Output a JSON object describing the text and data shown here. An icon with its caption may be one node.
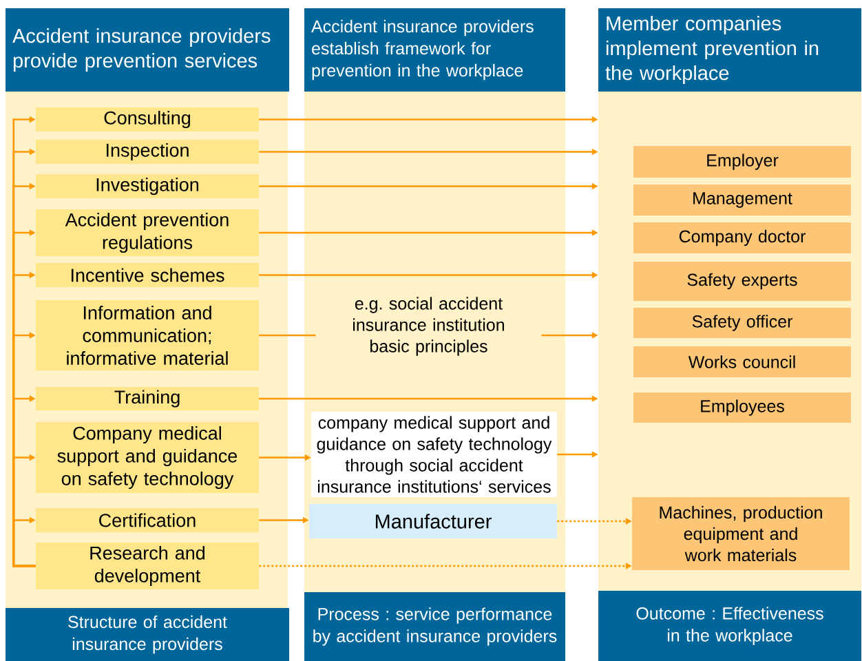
{
  "diagram": {
    "nodes": [
      {
        "text": [
          "Accident insurance providers provide prevention services"
        ]
      },
      {
        "text": [
          "Accident insurance providers establish framework for prevention in the workplace"
        ]
      },
      {
        "text": [
          "Member companies implement prevention in the workplace"
        ]
      },
      {
        "text": [],
        "shape": "band"
      },
      {
        "text": [
          "Consulting"
        ],
        "in": 3
      },
      {
        "text": [
          "Inspection"
        ],
        "in": 3
      },
      {
        "text": [
          "Investigation"
        ],
        "in": 3
      },
      {
        "text": [
          "Accident prevention regulations"
        ],
        "in": 3
      },
      {
        "text": [
          "Incentive schemes"
        ],
        "in": 3
      },
      {
        "text": [
          "Information and communication; informative material"
        ],
        "in": 3
      },
      {
        "text": [
          "Training"
        ],
        "in": 3
      },
      {
        "text": [
          "Company medical support and guidance on safety technology"
        ],
        "in": 3
      },
      {
        "text": [
          "Certification"
        ],
        "in": 3
      },
      {
        "text": [
          "Research and development"
        ],
        "in": 3
      },
      {
        "text": [],
        "shape": "band"
      },
      {
        "text": [
          "company medical support and guidance on safety technology through social accident insurance institutions‘ services"
        ],
        "in": 14
      },
      {
        "text": [
          "Manufacturer"
        ],
        "in": 14
      },
      {
        "text": [],
        "shape": "band"
      },
      {
        "text": [
          "Employer"
        ],
        "in": 17
      },
      {
        "text": [
          "Management"
        ],
        "in": 17
      },
      {
        "text": [
          "Company doctor"
        ],
        "in": 17
      },
      {
        "text": [
          "Safety experts"
        ],
        "in": 17
      },
      {
        "text": [
          "Safety officer"
        ],
        "in": 17
      },
      {
        "text": [
          "Works council"
        ],
        "in": 17
      },
      {
        "text": [
          "Employees"
        ],
        "in": 17
      },
      {
        "text": [
          "Machines, production equipment and work materials"
        ],
        "in": 17
      },
      {
        "text": [
          "Structure of accident insurance providers"
        ]
      },
      {
        "text": [
          "Process : service performance by accident insurance providers"
        ]
      },
      {
        "text": [
          "Outcome : Effectiveness in the workplace"
        ]
      }
    ],
    "edges": [
      {
        "from": 13,
        "to": 4,
        "arrow": "to"
      },
      {
        "from": 13,
        "to": 5,
        "arrow": "to"
      },
      {
        "from": 13,
        "to": 6,
        "arrow": "to"
      },
      {
        "from": 13,
        "to": 7,
        "arrow": "to"
      },
      {
        "from": 13,
        "to": 8,
        "arrow": "to"
      },
      {
        "from": 13,
        "to": 9,
        "arrow": "to"
      },
      {
        "from": 13,
        "to": 10,
        "arrow": "to"
      },
      {
        "from": 13,
        "to": 11,
        "arrow": "to"
      },
      {
        "from": 13,
        "to": 12,
        "arrow": "to"
      },
      {
        "from": 4,
        "to": 17,
        "arrow": "to"
      },
      {
        "from": 5,
        "to": 17,
        "arrow": "to"
      },
      {
        "from": 6,
        "to": 17,
        "arrow": "to"
      },
      {
        "from": 7,
        "to": 17,
        "arrow": "to"
      },
      {
        "from": 8,
        "to": 17,
        "arrow": "to"
      },
      {
        "from": 9,
        "to": 17,
        "arrow": "to",
        "label": "e.g. social accident insurance institution basic principles"
      },
      {
        "from": 10,
        "to": 17,
        "arrow": "to"
      },
      {
        "from": 11,
        "to": 15,
        "arrow": "to"
      },
      {
        "from": 15,
        "to": 17,
        "arrow": "to"
      },
      {
        "from": 12,
        "to": 16,
        "arrow": "to"
      },
      {
        "from": 16,
        "to": 25,
        "arrow": "to",
        "style": "dashed"
      },
      {
        "from": 13,
        "to": 25,
        "arrow": "to",
        "style": "dashed"
      }
    ]
  }
}
